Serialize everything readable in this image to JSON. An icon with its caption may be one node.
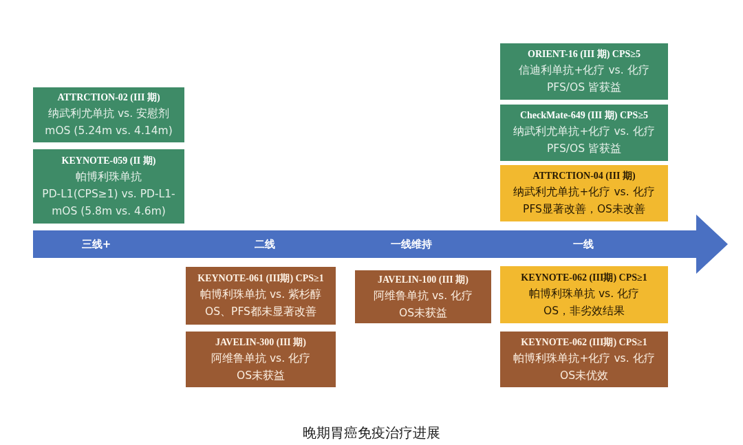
{
  "diagram": {
    "caption": "晚期胃癌免疫治疗进展",
    "nodes": [
      {
        "text": [
          "ATTRCTION-02 (III 期)",
          "纳武利尤单抗 vs. 安慰剂",
          "mOS (5.24m vs. 4.14m)"
        ]
      },
      {
        "text": [
          "KEYNOTE-059 (II 期)",
          "帕博利珠单抗",
          "PD-L1(CPS≥1) vs. PD-L1-",
          "mOS (5.8m vs. 4.6m)"
        ]
      },
      {
        "text": [
          "ORIENT-16 (III 期) CPS≥5",
          "信迪利单抗+化疗 vs. 化疗",
          "PFS/OS 皆获益"
        ]
      },
      {
        "text": [
          "CheckMate-649 (III 期) CPS≥5",
          "纳武利尤单抗+化疗 vs. 化疗",
          "PFS/OS 皆获益"
        ]
      },
      {
        "text": [
          "ATTRCTION-04 (III 期)",
          "纳武利尤单抗+化疗 vs. 化疗",
          "PFS显著改善，OS未改善"
        ]
      },
      {
        "text": [
          "三线+",
          "二线",
          "一线维持",
          "一线"
        ]
      },
      {
        "text": [
          "KEYNOTE-061 (III期) CPS≥1",
          "帕博利珠单抗 vs. 紫杉醇",
          "OS、PFS都未显著改善"
        ]
      },
      {
        "text": [
          "JAVELIN-300 (III 期)",
          "阿维鲁单抗 vs. 化疗",
          "OS未获益"
        ]
      },
      {
        "text": [
          "JAVELIN-100 (III 期)",
          "阿维鲁单抗 vs. 化疗",
          "OS未获益"
        ]
      },
      {
        "text": [
          "KEYNOTE-062 (III期) CPS≥1",
          "帕博利珠单抗 vs. 化疗",
          "OS，非劣效结果"
        ]
      },
      {
        "text": [
          "KEYNOTE-062 (III期) CPS≥1",
          "帕博利珠单抗+化疗 vs. 化疗",
          "OS未优效"
        ]
      }
    ]
  }
}
